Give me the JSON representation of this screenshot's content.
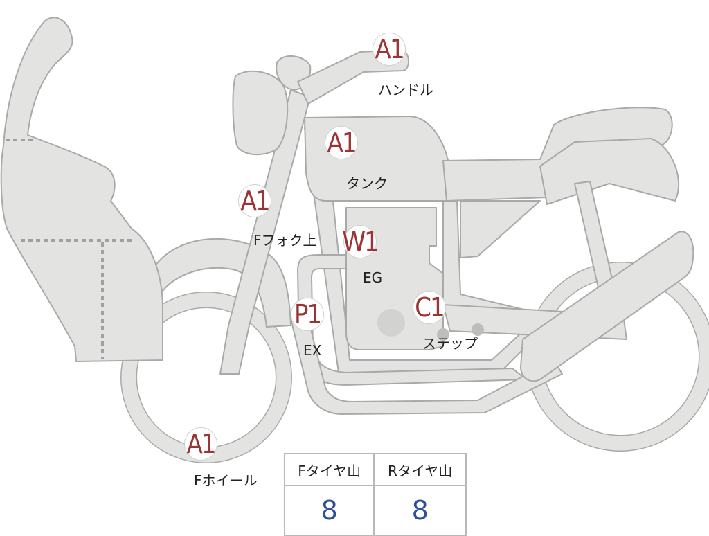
{
  "colors": {
    "body_fill": "#e3e3e1",
    "outline": "#a9a9a9",
    "badge_text": "#9b3535",
    "value_text": "#2f4f9c"
  },
  "markers": [
    {
      "id": "handle",
      "grade": "A1",
      "label": "ハンドル"
    },
    {
      "id": "tank",
      "grade": "A1",
      "label": "タンク"
    },
    {
      "id": "fork",
      "grade": "A1",
      "label": "Fフォク上"
    },
    {
      "id": "engine",
      "grade": "W1",
      "label": "EG"
    },
    {
      "id": "exhaust",
      "grade": "P1",
      "label": "EX"
    },
    {
      "id": "step",
      "grade": "C1",
      "label": "ステップ"
    },
    {
      "id": "wheel",
      "grade": "A1",
      "label": "Fホイール"
    }
  ],
  "tire_table": {
    "front_header": "Fタイヤ山",
    "rear_header": "Rタイヤ山",
    "front_value": "8",
    "rear_value": "8"
  }
}
